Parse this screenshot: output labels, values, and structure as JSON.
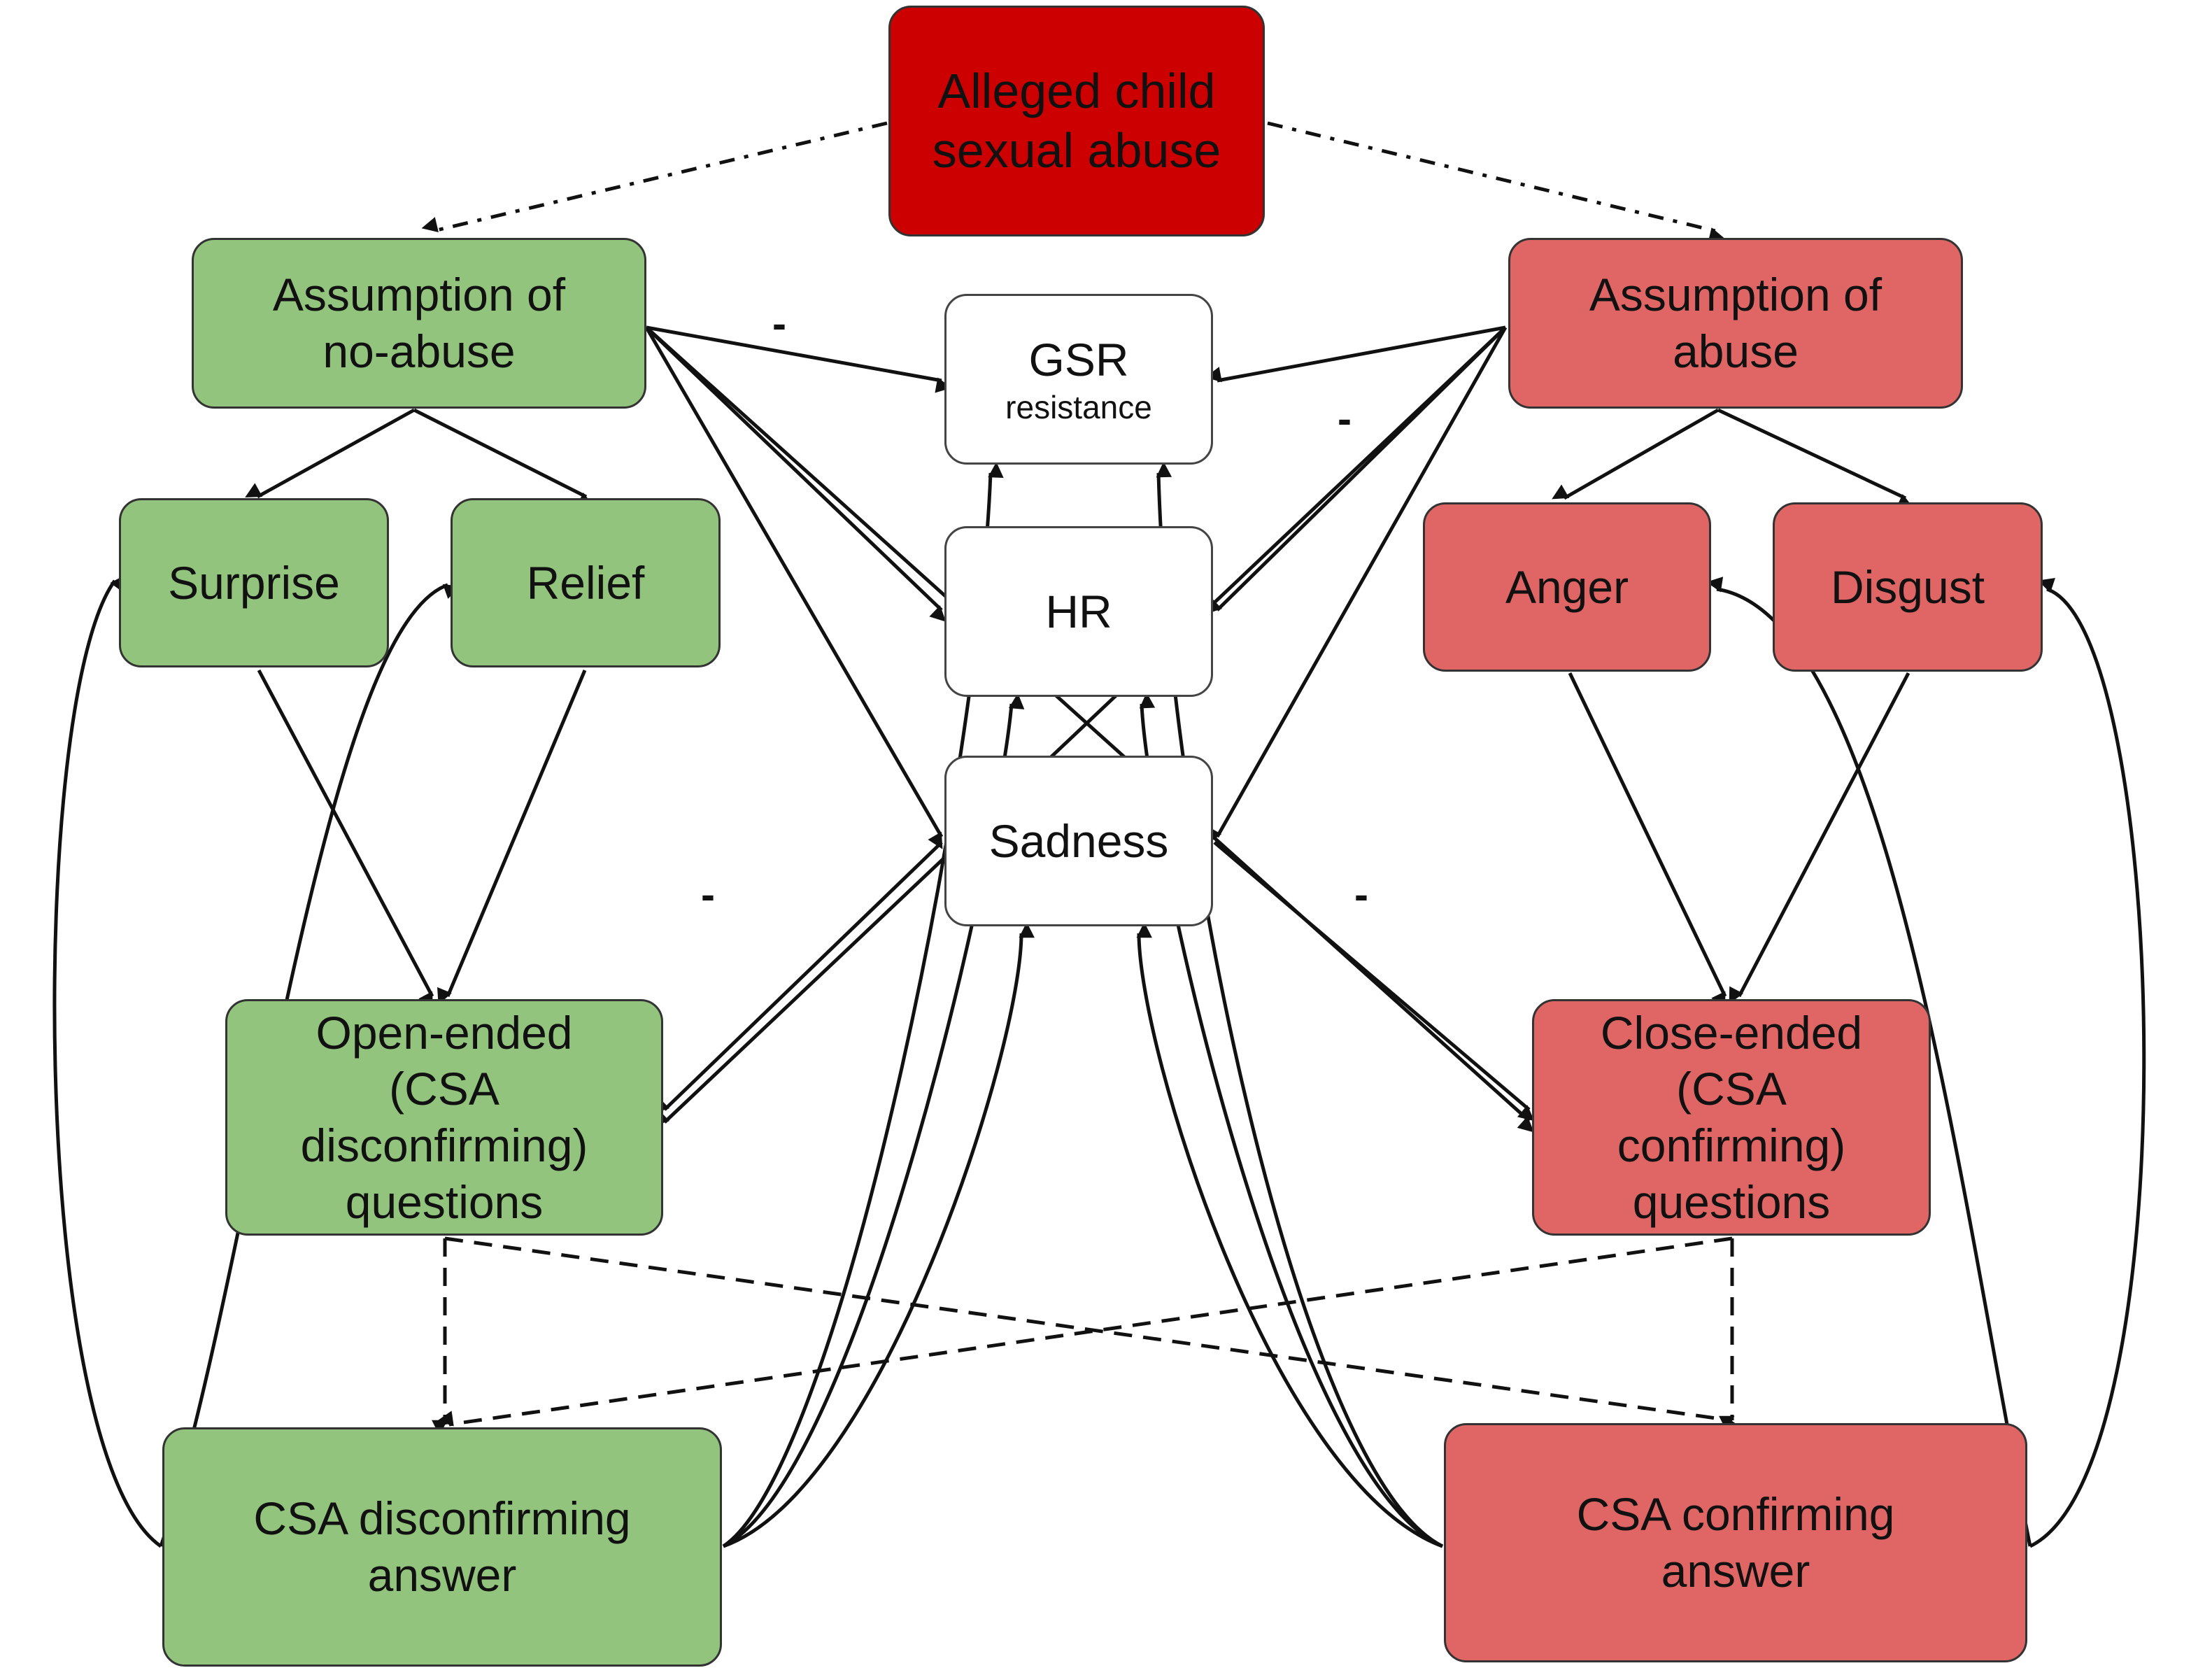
{
  "nodes": {
    "alleged": {
      "line1": "Alleged child",
      "line2": "sexual abuse"
    },
    "no_abuse": {
      "line1": "Assumption of",
      "line2": "no-abuse"
    },
    "abuse": {
      "line1": "Assumption of",
      "line2": "abuse"
    },
    "surprise": {
      "label": "Surprise"
    },
    "relief": {
      "label": "Relief"
    },
    "anger": {
      "label": "Anger"
    },
    "disgust": {
      "label": "Disgust"
    },
    "gsr": {
      "label": "GSR",
      "sublabel": "resistance"
    },
    "hr": {
      "label": "HR"
    },
    "sadness": {
      "label": "Sadness"
    },
    "open_ended": {
      "line1": "Open-ended",
      "line2": "(CSA",
      "line3": "disconfirming)",
      "line4": "questions"
    },
    "close_ended": {
      "line1": "Close-ended",
      "line2": "(CSA",
      "line3": "confirming)",
      "line4": "questions"
    },
    "disconfirming_answer": {
      "line1": "CSA disconfirming",
      "line2": "answer"
    },
    "confirming_answer": {
      "line1": "CSA confirming",
      "line2": "answer"
    }
  },
  "negative_sign": "-",
  "colors": {
    "green": "#93c47d",
    "light_red": "#e06666",
    "dark_red": "#cc0000",
    "border": "#333333",
    "arrow": "#111111"
  }
}
